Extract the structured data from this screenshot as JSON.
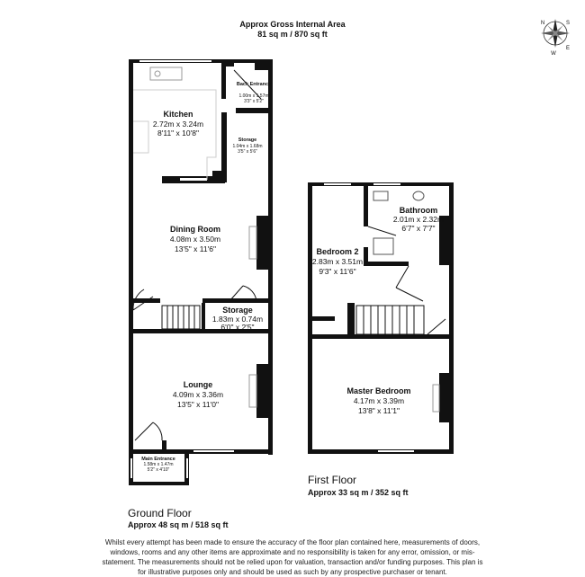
{
  "header": {
    "title": "Approx Gross Internal Area",
    "area": "81 sq m / 870 sq ft"
  },
  "compass": {
    "labels": [
      "N",
      "E",
      "S",
      "W"
    ]
  },
  "ground_floor": {
    "label": "Ground Floor",
    "area": "Approx 48 sq m / 518 sq ft",
    "rooms": [
      {
        "name": "Kitchen",
        "metric": "2.72m x 3.24m",
        "imperial": "8'11\" x 10'8\""
      },
      {
        "name": "Back Entrance",
        "metric": "1.00m x 1.57m",
        "imperial": "3'3\" x 5'2\""
      },
      {
        "name": "Storage",
        "metric": "1.04m x 1.68m",
        "imperial": "3'5\" x 5'6\""
      },
      {
        "name": "Dining Room",
        "metric": "4.08m x 3.50m",
        "imperial": "13'5\" x 11'6\""
      },
      {
        "name": "Storage",
        "metric": "1.83m x 0.74m",
        "imperial": "6'0\" x 2'5\""
      },
      {
        "name": "Lounge",
        "metric": "4.09m x 3.36m",
        "imperial": "13'5\" x 11'0\""
      },
      {
        "name": "Main Entrance",
        "metric": "1.58m x 1.47m",
        "imperial": "5'2\" x 4'10\""
      }
    ]
  },
  "first_floor": {
    "label": "First Floor",
    "area": "Approx 33 sq m / 352 sq ft",
    "rooms": [
      {
        "name": "Bathroom",
        "metric": "2.01m x 2.32m",
        "imperial": "6'7\" x 7'7\""
      },
      {
        "name": "Bedroom 2",
        "metric": "2.83m x 3.51m",
        "imperial": "9'3\" x 11'6\""
      },
      {
        "name": "Master Bedroom",
        "metric": "4.17m x 3.39m",
        "imperial": "13'8\" x 11'1\""
      }
    ]
  },
  "disclaimer": "Whilst every attempt has been made to ensure the accuracy of the floor plan contained here, measurements of doors, windows, rooms and any other items are approximate and no responsibility is taken for any error, omission, or mis-statement. The measurements should not be relied upon for valuation, transaction and/or funding purposes. This plan is for illustrative purposes only and should be used as such by any prospective purchaser or tenant."
}
